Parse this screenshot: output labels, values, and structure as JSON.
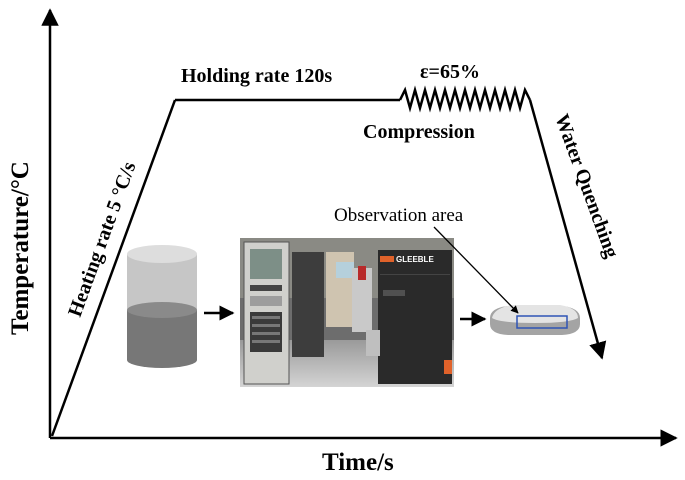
{
  "diagram": {
    "x_axis_label": "Time/s",
    "y_axis_label": "Temperature/°C",
    "heating_label": "Heating rate 5 °C/s",
    "holding_label": "Holding rate 120s",
    "strain_label": "ε=65%",
    "compression_label": "Compression",
    "quench_label": "Water Quenching",
    "observation_label": "Observation area",
    "machine_brand": "GLEEBLE"
  },
  "colors": {
    "line": "#000000",
    "cylinder_top": "#c6c6c6",
    "cylinder_bottom": "#777777",
    "observation_box": "#2f55b5",
    "machine_dark": "#2a2a2a",
    "brand_orange": "#e0622a"
  },
  "icons": [
    "cylinder-sample-icon",
    "gleeble-machine-photo",
    "compressed-sample-icon"
  ]
}
